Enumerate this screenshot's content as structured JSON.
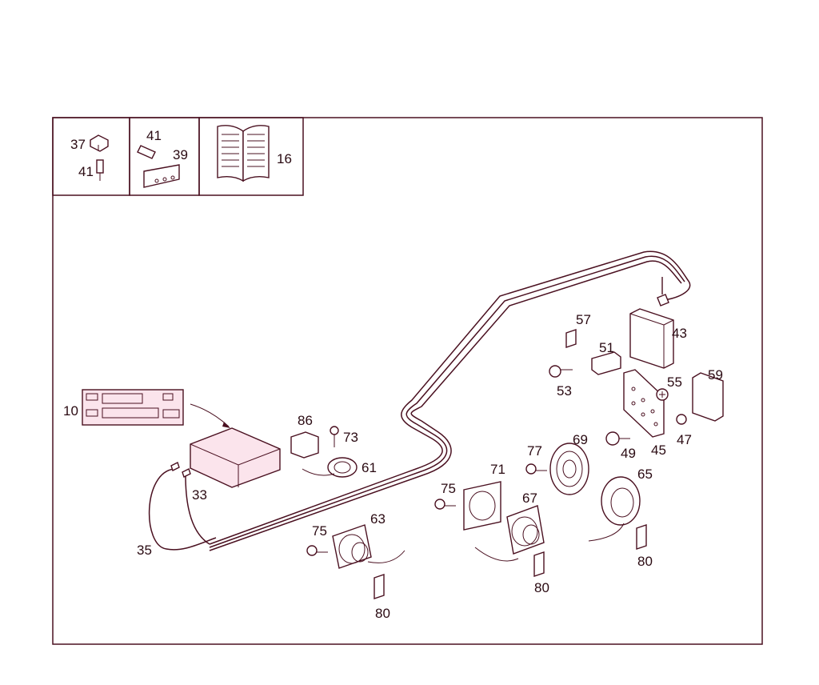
{
  "legend_boxes": [
    {
      "id": "box-a",
      "numbers": [
        "37",
        "41"
      ]
    },
    {
      "id": "box-b",
      "numbers": [
        "41",
        "39"
      ]
    },
    {
      "id": "box-c",
      "numbers": [
        "16"
      ]
    }
  ],
  "callouts": [
    {
      "key": "c37",
      "text": "37"
    },
    {
      "key": "c41a",
      "text": "41"
    },
    {
      "key": "c41b",
      "text": "41"
    },
    {
      "key": "c39",
      "text": "39"
    },
    {
      "key": "c16",
      "text": "16"
    },
    {
      "key": "c10",
      "text": "10"
    },
    {
      "key": "c33",
      "text": "33"
    },
    {
      "key": "c35",
      "text": "35"
    },
    {
      "key": "c86",
      "text": "86"
    },
    {
      "key": "c73",
      "text": "73"
    },
    {
      "key": "c61",
      "text": "61"
    },
    {
      "key": "c75a",
      "text": "75"
    },
    {
      "key": "c75b",
      "text": "75"
    },
    {
      "key": "c63",
      "text": "63"
    },
    {
      "key": "c80a",
      "text": "80"
    },
    {
      "key": "c80b",
      "text": "80"
    },
    {
      "key": "c80c",
      "text": "80"
    },
    {
      "key": "c71",
      "text": "71"
    },
    {
      "key": "c67",
      "text": "67"
    },
    {
      "key": "c77",
      "text": "77"
    },
    {
      "key": "c69",
      "text": "69"
    },
    {
      "key": "c65",
      "text": "65"
    },
    {
      "key": "c57",
      "text": "57"
    },
    {
      "key": "c51",
      "text": "51"
    },
    {
      "key": "c53",
      "text": "53"
    },
    {
      "key": "c43",
      "text": "43"
    },
    {
      "key": "c55",
      "text": "55"
    },
    {
      "key": "c59",
      "text": "59"
    },
    {
      "key": "c45",
      "text": "45"
    },
    {
      "key": "c47",
      "text": "47"
    },
    {
      "key": "c49",
      "text": "49"
    }
  ],
  "colors": {
    "line": "#4a1020",
    "highlight": "#fbe4ec"
  }
}
